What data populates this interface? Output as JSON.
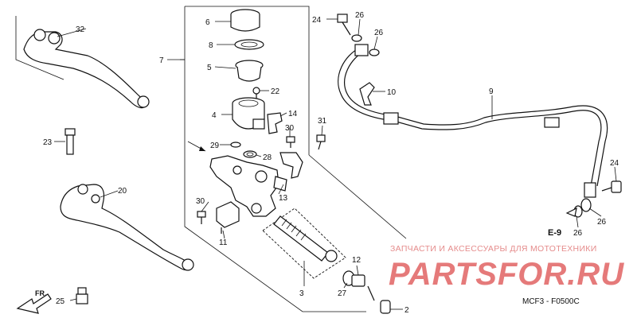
{
  "diagram": {
    "callouts": [
      {
        "id": "c32",
        "text": "32"
      },
      {
        "id": "c7",
        "text": "7"
      },
      {
        "id": "c6",
        "text": "6"
      },
      {
        "id": "c8",
        "text": "8"
      },
      {
        "id": "c5",
        "text": "5"
      },
      {
        "id": "c22",
        "text": "22"
      },
      {
        "id": "c4",
        "text": "4"
      },
      {
        "id": "c14",
        "text": "14"
      },
      {
        "id": "c30a",
        "text": "30"
      },
      {
        "id": "c29",
        "text": "29"
      },
      {
        "id": "c28",
        "text": "28"
      },
      {
        "id": "c23",
        "text": "23"
      },
      {
        "id": "c20",
        "text": "20"
      },
      {
        "id": "c30b",
        "text": "30"
      },
      {
        "id": "c11",
        "text": "11"
      },
      {
        "id": "c13",
        "text": "13"
      },
      {
        "id": "c3",
        "text": "3"
      },
      {
        "id": "c12",
        "text": "12"
      },
      {
        "id": "c27",
        "text": "27"
      },
      {
        "id": "c2",
        "text": "2"
      },
      {
        "id": "c25",
        "text": "25"
      },
      {
        "id": "c24a",
        "text": "24"
      },
      {
        "id": "c26a",
        "text": "26"
      },
      {
        "id": "c26b",
        "text": "26"
      },
      {
        "id": "c10",
        "text": "10"
      },
      {
        "id": "c9",
        "text": "9"
      },
      {
        "id": "c31",
        "text": "31"
      },
      {
        "id": "c24b",
        "text": "24"
      },
      {
        "id": "c26c",
        "text": "26"
      },
      {
        "id": "c26d",
        "text": "26"
      }
    ],
    "ref_label": "E-9",
    "direction_label": "FR.",
    "diagram_code": "MCF3 - F0500C",
    "watermark_top": "ЗАПЧАСТИ И АКСЕССУАРЫ ДЛЯ МОТОТЕХНИКИ",
    "watermark_logo": "PARTSFOR.RU"
  }
}
